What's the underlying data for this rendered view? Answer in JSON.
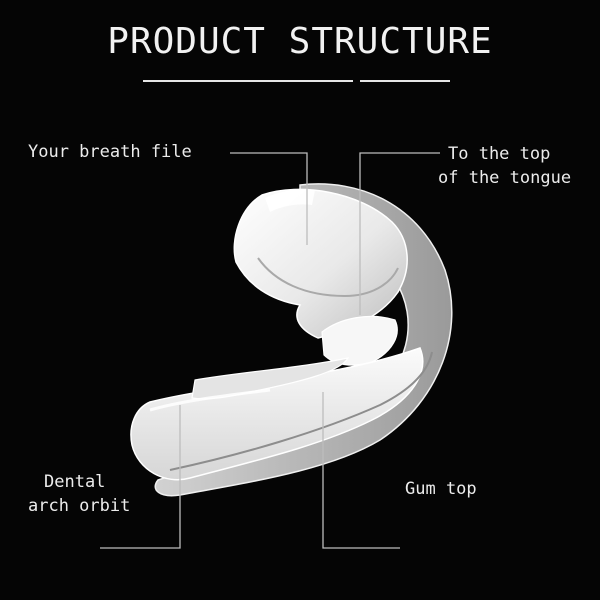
{
  "title": "PRODUCT STRUCTURE",
  "labels": {
    "breath_file": "Your breath file",
    "tongue_top_line1": "To the top",
    "tongue_top_line2": "of the tongue",
    "dental_arch_line1": "Dental",
    "dental_arch_line2": "arch orbit",
    "gum_top": "Gum top"
  },
  "colors": {
    "background": "#050505",
    "text": "#ececec",
    "leader_line": "#bdbdbd",
    "appliance_fill": "#f4f4f4"
  }
}
